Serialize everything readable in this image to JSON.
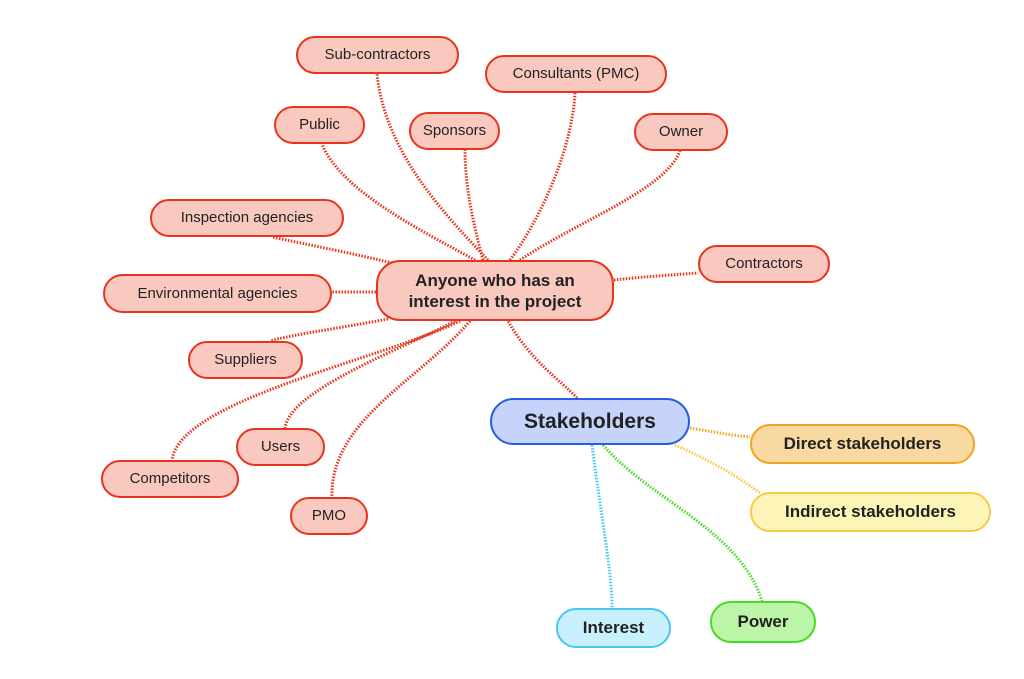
{
  "diagram": {
    "type": "mind-map",
    "root": {
      "id": "stakeholders",
      "label": "Stakeholders",
      "color": "#2a5de0",
      "fill": "#c6d3fb"
    },
    "central": {
      "id": "central",
      "label_line1": "Anyone who has an",
      "label_line2": "interest in the project",
      "color": "#e8341c",
      "fill": "#f9c9bf"
    },
    "branches": [
      {
        "id": "direct",
        "label": "Direct stakeholders",
        "color": "#f0a41f",
        "fill": "#f9d9a2"
      },
      {
        "id": "indirect",
        "label": "Indirect stakeholders",
        "color": "#f7cb45",
        "fill": "#fdf5b8"
      },
      {
        "id": "interest",
        "label": "Interest",
        "color": "#47c8f2",
        "fill": "#c9f1fd"
      },
      {
        "id": "power",
        "label": "Power",
        "color": "#47dc21",
        "fill": "#bdf5a8"
      }
    ],
    "examples": [
      {
        "id": "subcontractors",
        "label": "Sub-contractors"
      },
      {
        "id": "consultants",
        "label": "Consultants (PMC)"
      },
      {
        "id": "public",
        "label": "Public"
      },
      {
        "id": "sponsors",
        "label": "Sponsors"
      },
      {
        "id": "owner",
        "label": "Owner"
      },
      {
        "id": "inspection",
        "label": "Inspection agencies"
      },
      {
        "id": "contractors",
        "label": "Contractors"
      },
      {
        "id": "environmental",
        "label": "Environmental agencies"
      },
      {
        "id": "suppliers",
        "label": "Suppliers"
      },
      {
        "id": "users",
        "label": "Users"
      },
      {
        "id": "competitors",
        "label": "Competitors"
      },
      {
        "id": "pmo",
        "label": "PMO"
      }
    ],
    "edges": [
      [
        "stakeholders",
        "central"
      ],
      [
        "stakeholders",
        "direct"
      ],
      [
        "stakeholders",
        "indirect"
      ],
      [
        "stakeholders",
        "interest"
      ],
      [
        "stakeholders",
        "power"
      ],
      [
        "central",
        "subcontractors"
      ],
      [
        "central",
        "consultants"
      ],
      [
        "central",
        "public"
      ],
      [
        "central",
        "sponsors"
      ],
      [
        "central",
        "owner"
      ],
      [
        "central",
        "inspection"
      ],
      [
        "central",
        "contractors"
      ],
      [
        "central",
        "environmental"
      ],
      [
        "central",
        "suppliers"
      ],
      [
        "central",
        "users"
      ],
      [
        "central",
        "competitors"
      ],
      [
        "central",
        "pmo"
      ]
    ]
  }
}
